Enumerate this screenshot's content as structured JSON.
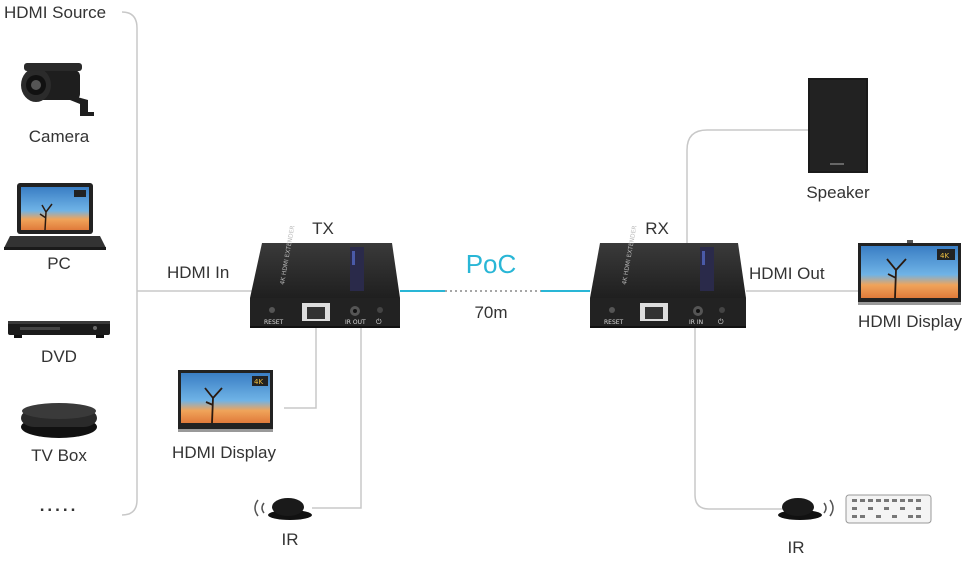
{
  "sources": {
    "title": "HDMI Source",
    "items": [
      {
        "label": "Camera",
        "icon": "camera-icon"
      },
      {
        "label": "PC",
        "icon": "laptop-icon"
      },
      {
        "label": "DVD",
        "icon": "dvd-player-icon"
      },
      {
        "label": "TV Box",
        "icon": "tv-box-icon"
      }
    ],
    "more": "....."
  },
  "tx": {
    "title": "TX",
    "input_label": "HDMI In",
    "device_text": "4K HDMI EXTENDER",
    "port_reset": "RESET",
    "port_ir": "IR OUT",
    "local_display": "HDMI Display",
    "ir_label": "IR"
  },
  "link": {
    "protocol": "PoC",
    "distance": "70m",
    "accent": "#29b6d6"
  },
  "rx": {
    "title": "RX",
    "output_label": "HDMI Out",
    "device_text": "4K HDMI EXTENDER",
    "port_reset": "RESET",
    "port_ir": "IR IN",
    "speaker": "Speaker",
    "display": "HDMI Display",
    "ir_label": "IR"
  }
}
